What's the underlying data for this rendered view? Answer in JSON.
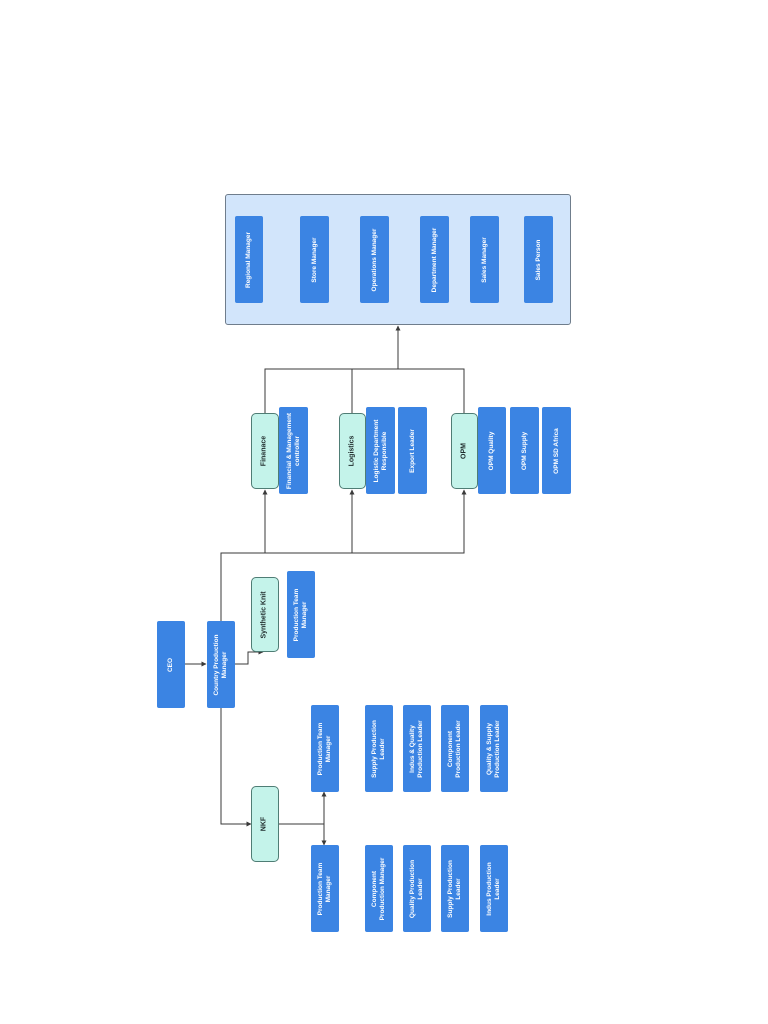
{
  "diagram": {
    "colors": {
      "box_fill": "#3b84e3",
      "box_text": "#ffffff",
      "group_fill": "#c4f3ea",
      "panel_fill": "#d2e5fb",
      "connector": "#3a3a3a"
    },
    "nodes": {
      "ceo": "CEO",
      "country_production_manager": "Country Production Manager",
      "nkf": "NKF",
      "synthetic_knit": "Synthetic Knit",
      "finance": "Finanace",
      "logistics": "Logistics",
      "opm": "OPM"
    },
    "nkf_left_column": [
      "Production Team Manager",
      "Supply Production Leader",
      "Indus & Quality Production Leader",
      "Component Production Leader",
      "Quality & Supply Production Leader"
    ],
    "nkf_right_column": [
      "Production Team Manager",
      "Component Production Manager",
      "Quality Production Leader",
      "Supply Production Leader",
      "Indus Production Leader"
    ],
    "synthetic_knit_reports": [
      "Production Team Manager"
    ],
    "finance_reports": [
      "Financial & Management controller"
    ],
    "logistics_reports": [
      "Logistic Department Responsible",
      "Export Leader"
    ],
    "opm_reports": [
      "OPM Quality",
      "OPM Supply",
      "OPM SD Africa"
    ],
    "chain": [
      "Regional Manager",
      "Store Manager",
      "Operations Manager",
      "Department Manager",
      "Sales Manager",
      "Sales Person"
    ]
  }
}
